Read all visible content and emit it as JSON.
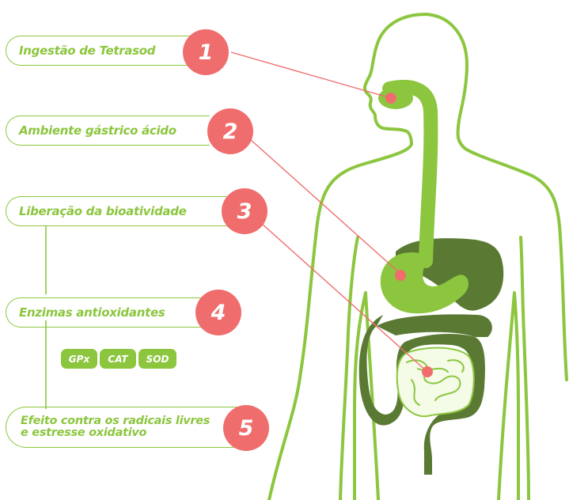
{
  "colors": {
    "green": "#8cc63f",
    "dark_green": "#5a7a34",
    "coral": "#f06d6d",
    "white": "#ffffff"
  },
  "steps": [
    {
      "number": "1",
      "label": "Ingestão de Tetrasod"
    },
    {
      "number": "2",
      "label": "Ambiente gástrico ácido"
    },
    {
      "number": "3",
      "label": "Liberação da bioatividade"
    },
    {
      "number": "4",
      "label": "Enzimas antioxidantes"
    },
    {
      "number": "5",
      "label": "Efeito contra os radicais livres e estresse oxidativo"
    }
  ],
  "enzymes": [
    "GPx",
    "CAT",
    "SOD"
  ],
  "icons": [
    "human-silhouette-icon",
    "digestive-system-icon"
  ]
}
